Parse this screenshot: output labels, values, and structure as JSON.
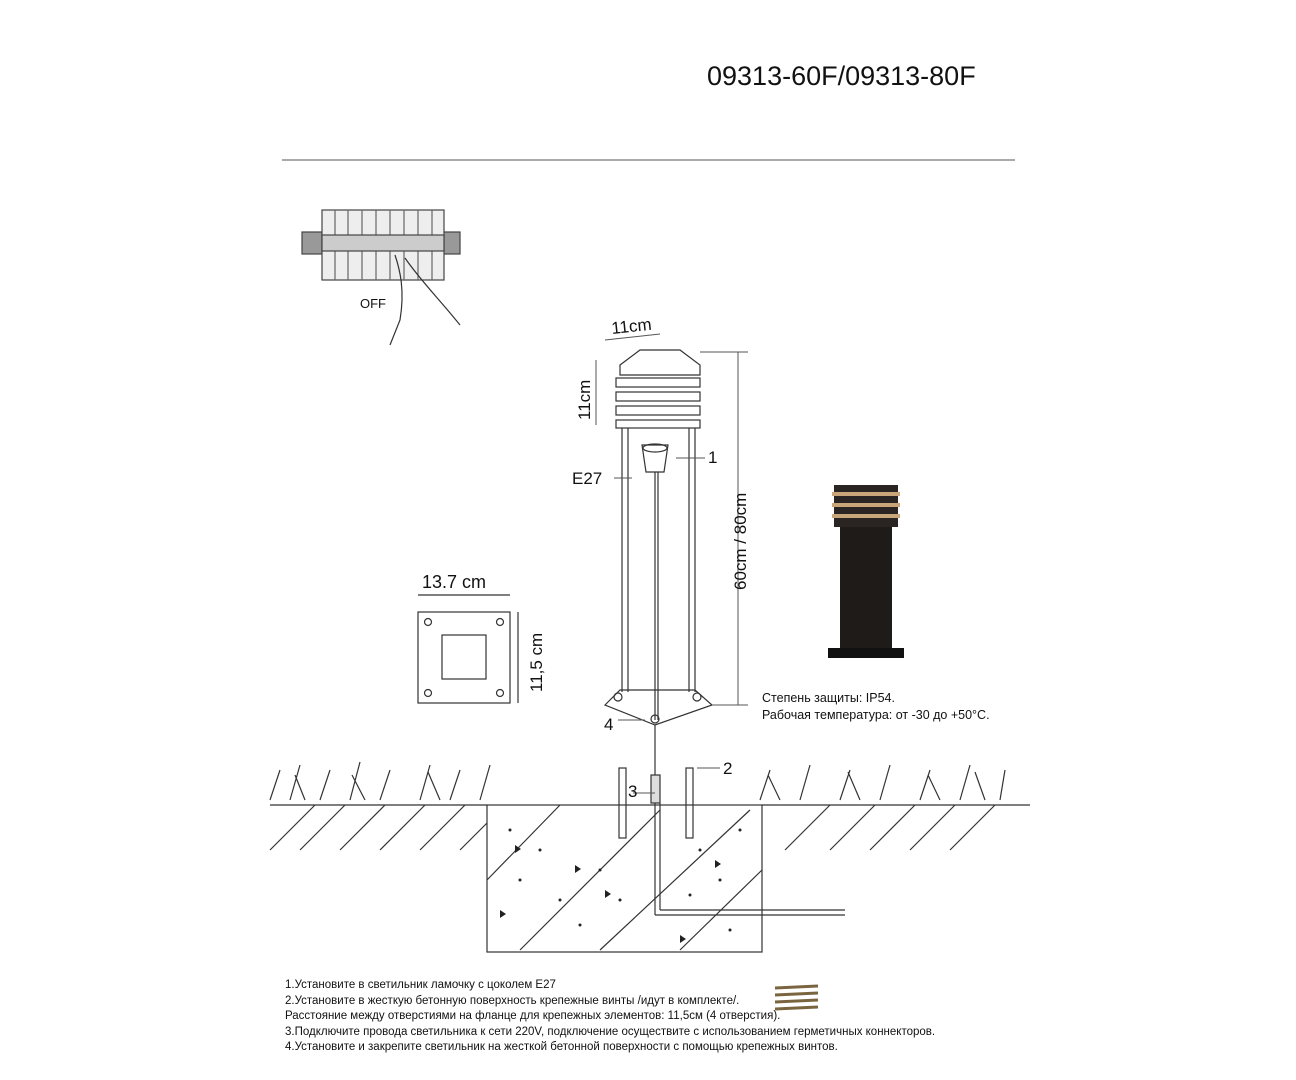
{
  "title": "09313-60F/09313-80F",
  "breaker_label": "OFF",
  "dimensions": {
    "top_width": "11cm",
    "top_height": "11cm",
    "total_height": "60cm / 80cm",
    "flange_width": "13.7 cm",
    "flange_height": "11,5 cm"
  },
  "callouts": {
    "socket": "E27",
    "n1": "1",
    "n2": "2",
    "n3": "3",
    "n4": "4"
  },
  "specs": {
    "protection": "Степень защиты: IP54.",
    "temperature": "Рабочая температура: от -30 до +50°C."
  },
  "instructions": [
    "1.Установите в светильник ламочку с цоколем E27",
    "2.Установите в жесткую бетонную поверхность крепежные винты /идут в комплекте/.",
    "Расстояние между отверстиями на фланце для крепежных элементов: 11,5см (4 отверстия).",
    "3.Подключите провода светильника к сети 220V, подключение осуществите с использованием герметичных коннекторов.",
    "4.Установите и закрепите светильник на жесткой бетонной поверхности с помощью крепежных винтов."
  ]
}
